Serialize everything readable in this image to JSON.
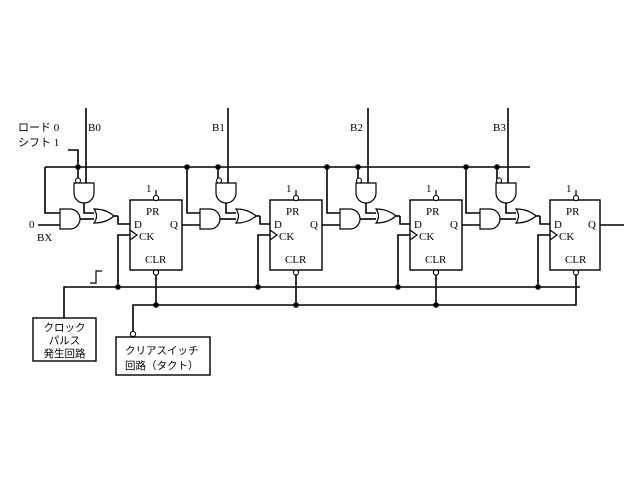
{
  "mode_label_load": "ロード 0",
  "mode_label_shift": "シフト 1",
  "serial_input_value": "0",
  "serial_input_name": "BX",
  "parallel_inputs": [
    "B0",
    "B1",
    "B2",
    "B3"
  ],
  "flip_flop_pins": {
    "preset": "PR",
    "data": "D",
    "clock": "CK",
    "output": "Q",
    "clear": "CLR",
    "preset_level": "1"
  },
  "clock_block": {
    "lines": [
      "クロック",
      "パルス",
      "発生回路"
    ]
  },
  "clear_block": {
    "lines": [
      "クリアスイッチ",
      "回路（タクト）"
    ]
  }
}
